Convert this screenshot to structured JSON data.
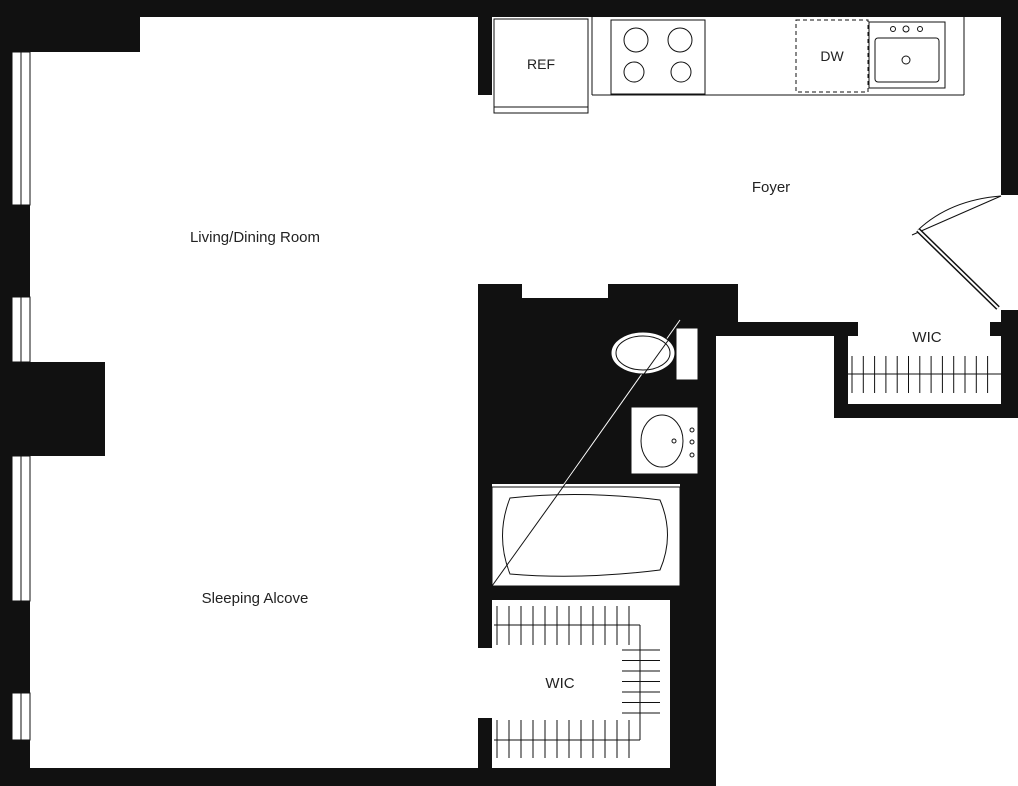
{
  "labels": {
    "living_dining": "Living/Dining Room",
    "sleeping_alcove": "Sleeping Alcove",
    "foyer": "Foyer",
    "wic_hall": "WIC",
    "wic_alcove": "WIC",
    "ref": "REF",
    "dw": "DW"
  },
  "colors": {
    "wall": "#111111",
    "background": "#ffffff",
    "line": "#111111"
  }
}
